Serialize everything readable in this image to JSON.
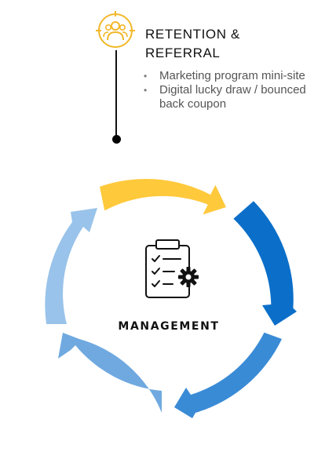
{
  "header": {
    "title_line1": "RETENTION &",
    "title_line2": "REFERRAL",
    "icon": "people-target-icon"
  },
  "bullets": [
    {
      "marker": "•",
      "text": "Marketing program mini-site"
    },
    {
      "marker": "•",
      "text": "Digital lucky draw / bounced back coupon"
    }
  ],
  "center": {
    "label": "MANAGEMENT",
    "icon": "clipboard-checklist-gear-icon"
  },
  "colors": {
    "accent_gold": "#F2B82A",
    "arrow_yellow": "#FFC93C",
    "arrow_blue_dark": "#0B6FC9",
    "arrow_blue_mid": "#3A8BD6",
    "arrow_blue_light": "#6FA9E0",
    "arrow_blue_pale": "#99C3EA"
  }
}
